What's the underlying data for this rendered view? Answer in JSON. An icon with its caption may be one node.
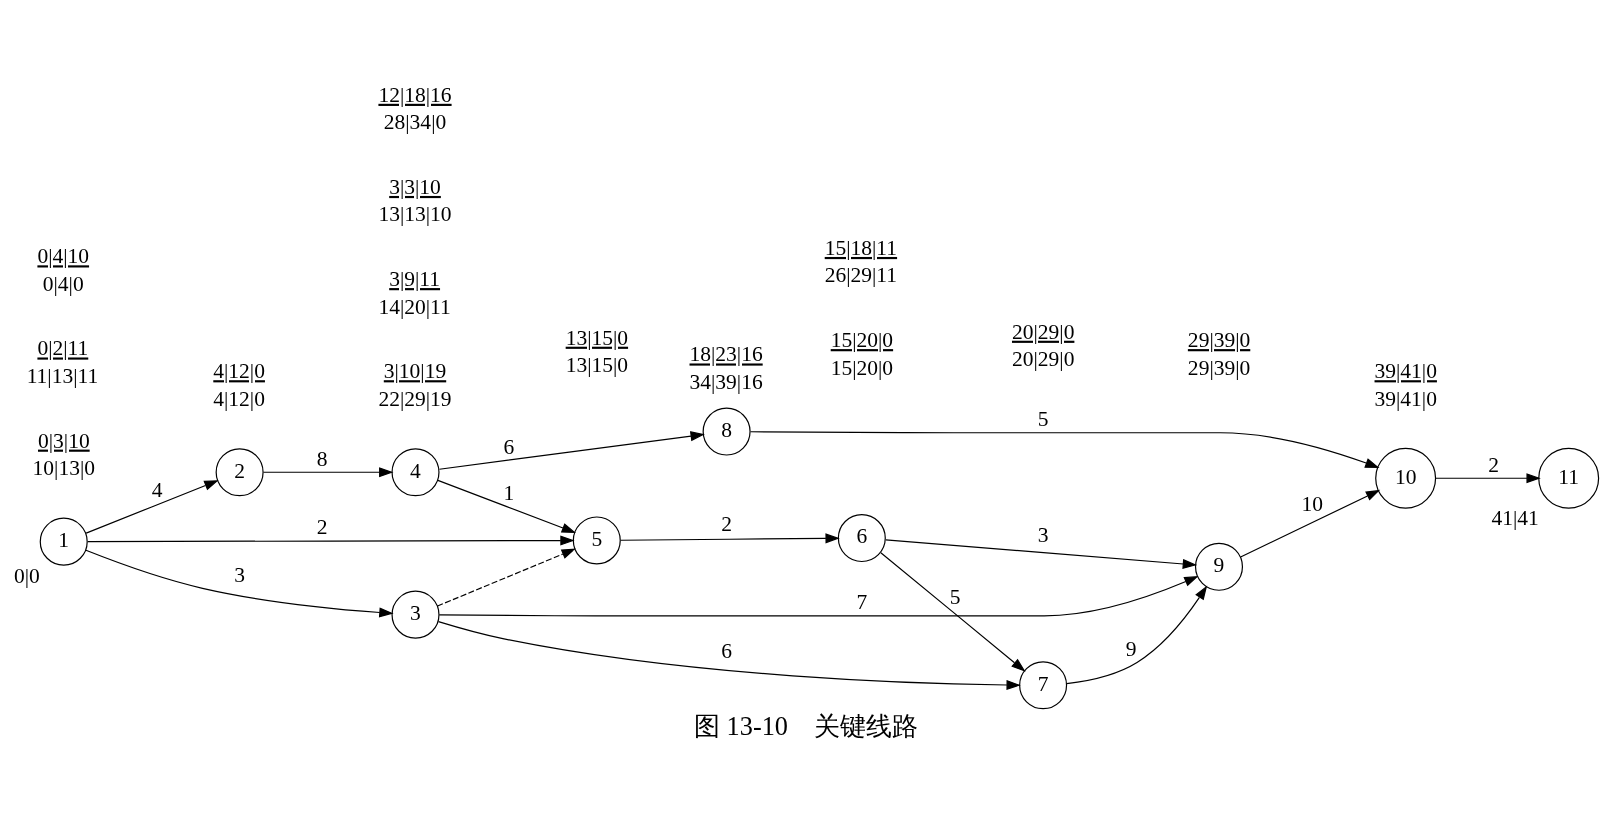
{
  "diagram": {
    "caption": "图 13-10　关键线路",
    "nodes": [
      {
        "text": [
          "1"
        ],
        "beside": [
          "0|0"
        ]
      },
      {
        "text": [
          "2"
        ]
      },
      {
        "text": [
          "3"
        ]
      },
      {
        "text": [
          "4"
        ]
      },
      {
        "text": [
          "5"
        ]
      },
      {
        "text": [
          "6"
        ]
      },
      {
        "text": [
          "7"
        ]
      },
      {
        "text": [
          "8"
        ]
      },
      {
        "text": [
          "9"
        ]
      },
      {
        "text": [
          "10"
        ]
      },
      {
        "text": [
          "11"
        ],
        "beside": [
          "41|41"
        ]
      }
    ],
    "edges": [
      {
        "from": 0,
        "to": 2,
        "arrow": "to",
        "label": "3"
      },
      {
        "from": 0,
        "to": 4,
        "arrow": "to",
        "label": "2"
      },
      {
        "from": 0,
        "to": 1,
        "arrow": "to",
        "label": "4"
      },
      {
        "from": 1,
        "to": 3,
        "arrow": "to",
        "label": "8"
      },
      {
        "from": 3,
        "to": 4,
        "arrow": "to",
        "label": "1"
      },
      {
        "from": 2,
        "to": 4,
        "arrow": "to",
        "style": "dashed"
      },
      {
        "from": 2,
        "to": 6,
        "arrow": "to",
        "label": "6"
      },
      {
        "from": 2,
        "to": 8,
        "arrow": "to",
        "label": "7"
      },
      {
        "from": 4,
        "to": 5,
        "arrow": "to",
        "label": "2"
      },
      {
        "from": 5,
        "to": 6,
        "arrow": "to",
        "label": "5"
      },
      {
        "from": 5,
        "to": 8,
        "arrow": "to",
        "label": "3"
      },
      {
        "from": 6,
        "to": 8,
        "arrow": "to",
        "label": "9"
      },
      {
        "from": 8,
        "to": 9,
        "arrow": "to",
        "label": "10"
      },
      {
        "from": 3,
        "to": 7,
        "arrow": "to",
        "label": "6"
      },
      {
        "from": 7,
        "to": 9,
        "arrow": "to",
        "label": "5"
      },
      {
        "from": 9,
        "to": 10,
        "arrow": "to",
        "label": "2"
      }
    ],
    "labels": [
      "3|10|19",
      "22|29|19",
      "0|3|10",
      "10|13|0",
      "3|9|11",
      "14|20|11",
      "20|29|0",
      "20|29|0",
      "29|39|0",
      "29|39|0",
      "3|3|10",
      "13|13|10",
      "15|20|0",
      "15|20|0",
      "0|2|11",
      "11|13|11",
      "13|15|0",
      "13|15|0",
      "15|18|11",
      "26|29|11",
      "39|41|0",
      "39|41|0",
      "0|4|10",
      "0|4|0",
      "4|12|0",
      "4|12|0",
      "12|18|16",
      "28|34|0",
      "18|23|16",
      "34|39|16"
    ]
  }
}
